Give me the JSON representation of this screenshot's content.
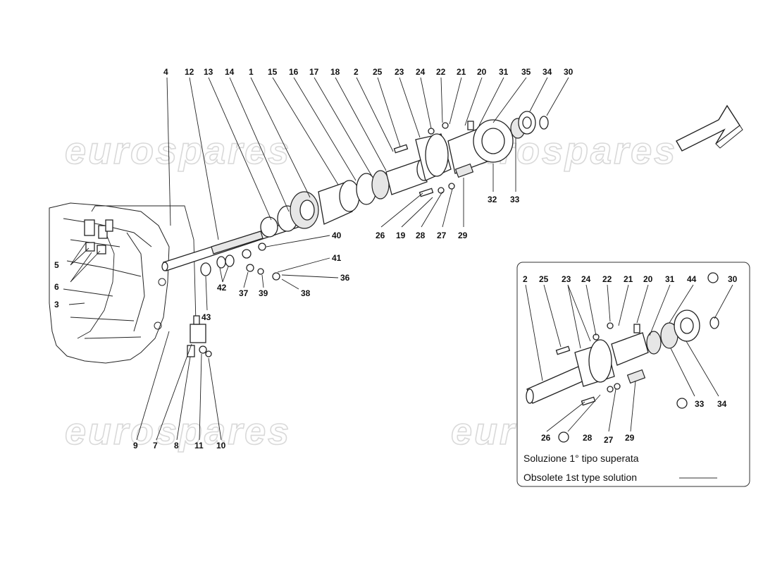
{
  "main_callouts": [
    "4",
    "12",
    "13",
    "14",
    "1",
    "15",
    "16",
    "17",
    "18",
    "2",
    "25",
    "23",
    "24",
    "22",
    "21",
    "20",
    "31",
    "35",
    "34",
    "30",
    "32",
    "33",
    "26",
    "19",
    "28",
    "27",
    "29",
    "40",
    "41",
    "36",
    "37",
    "39",
    "38",
    "42",
    "43",
    "5",
    "6",
    "3",
    "9",
    "7",
    "8",
    "11",
    "10"
  ],
  "inset": {
    "callouts": [
      "2",
      "25",
      "23",
      "24",
      "22",
      "21",
      "20",
      "31",
      "44",
      "30",
      "26",
      "28",
      "27",
      "29",
      "33",
      "34"
    ],
    "caption_it": "Soluzione 1° tipo superata",
    "caption_en": "Obsolete 1st type solution"
  },
  "watermark": "eurospares",
  "colors": {
    "line": "#222222",
    "watermark": "#d9d9d9",
    "background": "#ffffff"
  }
}
